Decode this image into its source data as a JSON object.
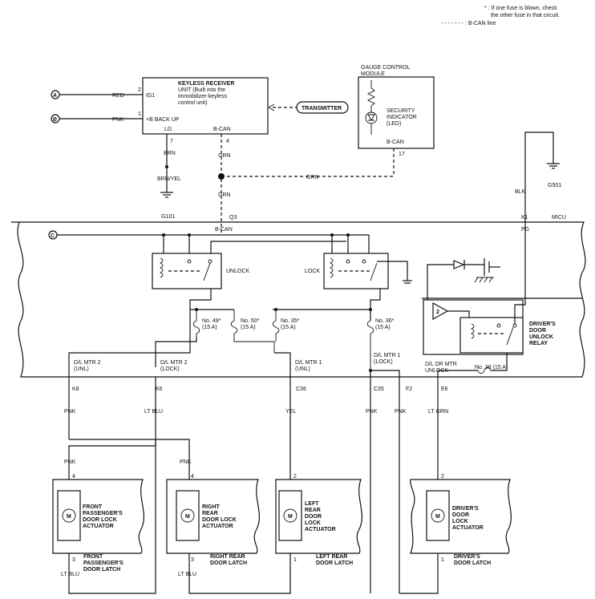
{
  "legend": {
    "fuse_note_1": "* : If one fuse is blown, check",
    "fuse_note_2": "the other fuse in that circuit.",
    "bcan_line": "- - - - - - - : B-CAN line"
  },
  "connectors": {
    "a": "A",
    "b": "B",
    "c": "C"
  },
  "wires": {
    "red": "RED",
    "pnk": "PNK",
    "brn": "BRN",
    "brn_yel": "BRN/YEL",
    "grn": "GRN",
    "blk": "BLK",
    "lt_blu": "LT BLU",
    "yel": "YEL",
    "lt_grn": "LT GRN"
  },
  "keyless": {
    "title_1": "KEYLESS RECEIVER",
    "title_2": "UNIT (Built into the",
    "title_3": "immobilizer-keyless",
    "title_4": "control unit)",
    "ig1": "IG1",
    "backup": "+B BACK UP",
    "lg": "LG",
    "bcan": "B-CAN",
    "pin_2": "2",
    "pin_1": "1",
    "pin_7": "7",
    "pin_4": "4"
  },
  "transmitter": "TRANSMITTER",
  "gauge": {
    "title_1": "GAUGE CONTROL",
    "title_2": "MODULE",
    "led_1": "SECURITY",
    "led_2": "INDICATOR",
    "led_3": "(LED)",
    "bcan": "B-CAN",
    "pin": "17"
  },
  "grounds": {
    "g101": "G101",
    "g501": "G501"
  },
  "micu": {
    "label": "MICU",
    "q3": "Q3",
    "bcan": "B-CAN",
    "k1": "K1",
    "pg": "PG",
    "unlock": "UNLOCK",
    "lock": "LOCK",
    "fuse_49": "No. 49*",
    "fuse_50": "No. 50*",
    "fuse_35": "No. 35*",
    "fuse_36": "No. 36*",
    "fuse_38": "No. 38 (15 A)",
    "amp": "(15 A)",
    "relay_1": "DRIVER'S",
    "relay_2": "DOOR",
    "relay_3": "UNLOCK",
    "relay_4": "RELAY",
    "amp_num": "2",
    "dl_mtr2_unl_1": "D/L MTR 2",
    "dl_mtr2_unl_2": "(UNL)",
    "dl_mtr2_lock_1": "D/L MTR 2",
    "dl_mtr2_lock_2": "(LOCK)",
    "dl_mtr1_unl_1": "D/L MTR 1",
    "dl_mtr1_unl_2": "(UNL)",
    "dl_mtr1_lock_1": "D/L MTR 1",
    "dl_mtr1_lock_2": "(LOCK)",
    "dl_dr_1": "D/L DR MTR",
    "dl_dr_2": "UNLOCK",
    "k8": "K8",
    "k6": "K6",
    "c36": "C36",
    "c35": "C35",
    "f2": "F2",
    "e6": "E6"
  },
  "actuators": [
    {
      "l1": "FRONT",
      "l2": "PASSENGER'S",
      "l3": "DOOR LOCK",
      "l4": "ACTUATOR",
      "top_pin": "4",
      "bot_pin": "3",
      "latch_1": "FRONT",
      "latch_2": "PASSENGER'S",
      "latch_3": "DOOR LATCH"
    },
    {
      "l1": "RIGHT",
      "l2": "REAR",
      "l3": "DOOR LOCK",
      "l4": "ACTUATOR",
      "top_pin": "4",
      "bot_pin": "3",
      "latch_1": "RIGHT REAR",
      "latch_2": "DOOR LATCH"
    },
    {
      "l1": "LEFT",
      "l2": "REAR",
      "l3": "DOOR",
      "l4": "LOCK",
      "l5": "ACTUATOR",
      "top_pin": "2",
      "bot_pin": "1",
      "latch_1": "LEFT REAR",
      "latch_2": "DOOR LATCH"
    },
    {
      "l1": "DRIVER'S",
      "l2": "DOOR",
      "l3": "LOCK",
      "l4": "ACTUATOR",
      "top_pin": "2",
      "bot_pin": "1",
      "latch_1": "DRIVER'S",
      "latch_2": "DOOR LATCH"
    }
  ]
}
